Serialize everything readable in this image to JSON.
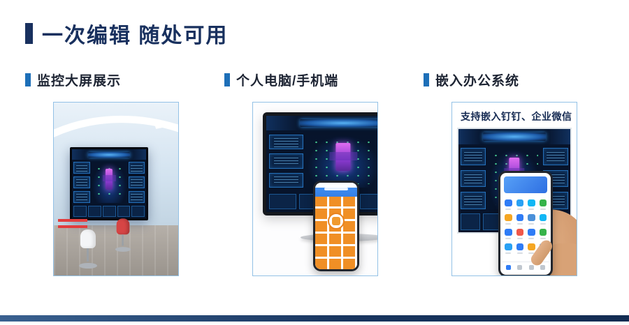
{
  "page": {
    "title": "一次编辑  随处可用"
  },
  "sections": [
    {
      "label": "监控大屏展示"
    },
    {
      "label": "个人电脑/手机端"
    },
    {
      "label": "嵌入办公系统",
      "note": "支持嵌入钉钉、企业微信"
    }
  ],
  "colors": {
    "accent_blue": "#1d6fb8",
    "title_navy": "#18305e",
    "card_border": "#93c1e6",
    "footer_bar": "#18355f",
    "dashboard_bg": "#07142b",
    "phone_app_orange": "#f08f25"
  },
  "icons": {
    "title_marker": "accent-bar",
    "section_marker": "accent-bar"
  },
  "tiles": {
    "office_phone_apps": [
      "#2f7cf6",
      "#29a1f4",
      "#12b7f5",
      "#36b34a",
      "#f5a623",
      "#2f7cf6",
      "#4a90d9",
      "#12b7f5",
      "#2f7cf6",
      "#f0574a",
      "#2f7cf6",
      "#36b34a",
      "#29a1f4",
      "#2f7cf6",
      "#f5a623",
      "#4a90d9"
    ]
  }
}
